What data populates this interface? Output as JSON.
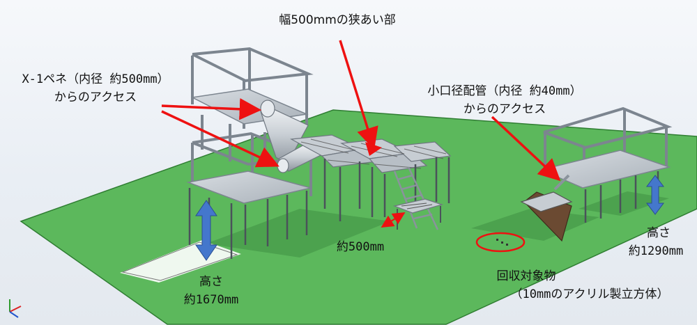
{
  "labels": {
    "narrow_part": "幅500mmの狭あい部",
    "x1_access_line1": "X-1ペネ（内径 約500mm）",
    "x1_access_line2": "からのアクセス",
    "small_pipe_line1": "小口径配管（内径 約40mm）",
    "small_pipe_line2": "からのアクセス",
    "height_left_line1": "高さ",
    "height_left_line2": "約1670mm",
    "width_500": "約500mm",
    "height_right_line1": "高さ",
    "height_right_line2": "約1290mm",
    "target_line1": "回収対象物",
    "target_line2": "（10mmのアクリル製立方体）"
  },
  "colors": {
    "floor": "#5cb85c",
    "floor_edge": "#2f7d32",
    "frame": "#8f98a2",
    "deck": "#c3cad1",
    "annotation": "#ee1111",
    "dimension_arrow": "#4477cc",
    "ladder": "#9aa3ab",
    "plate": "#6b4a32"
  }
}
